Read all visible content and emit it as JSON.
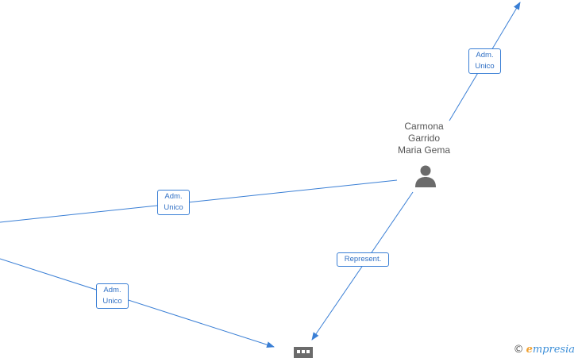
{
  "nodes": {
    "person": {
      "name_lines": [
        "Carmona",
        "Garrido",
        "Maria Gema"
      ]
    }
  },
  "edges": [
    {
      "id": "e1",
      "label_lines": [
        "Adm.",
        "Unico"
      ]
    },
    {
      "id": "e2",
      "label_lines": [
        "Adm.",
        "Unico"
      ]
    },
    {
      "id": "e3",
      "label_lines": [
        "Adm.",
        "Unico"
      ]
    },
    {
      "id": "e4",
      "label_lines": [
        "Represent."
      ]
    }
  ],
  "watermark": {
    "copyright": "©",
    "brand_initial": "e",
    "brand_rest": "mpresia"
  },
  "colors": {
    "edge": "#3a7fd5",
    "icon": "#6b6b6b"
  },
  "icons": {
    "person": "person-icon",
    "company": "building-icon"
  }
}
